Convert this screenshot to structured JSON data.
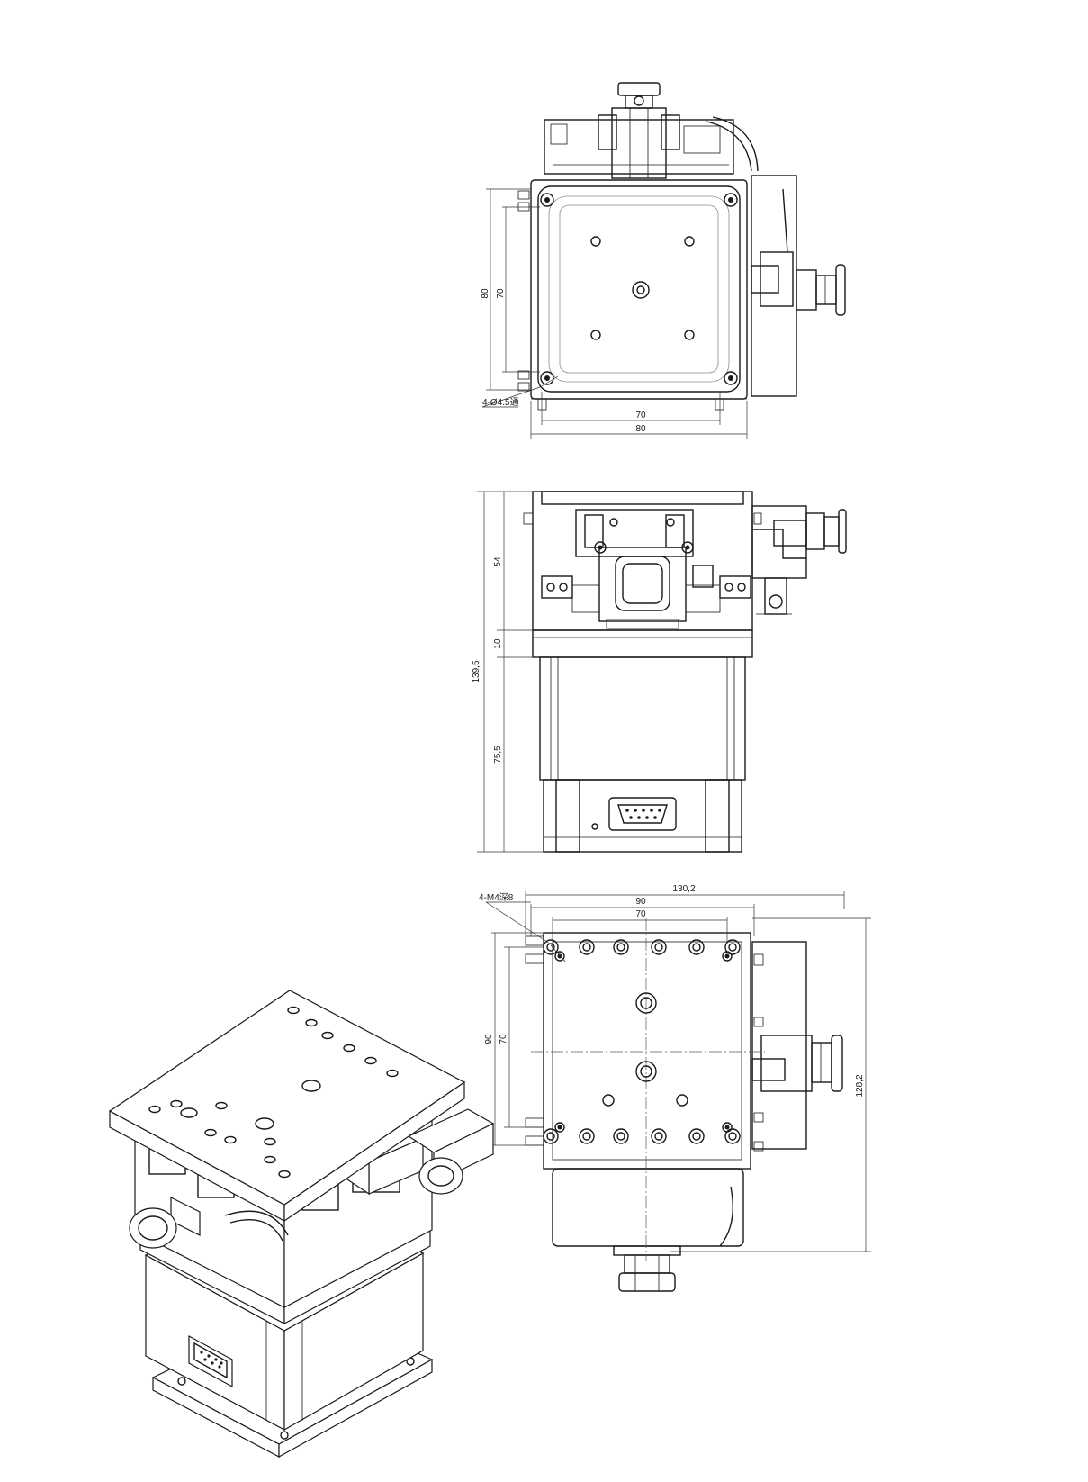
{
  "top_view": {
    "dim_80_vertical": "80",
    "dim_70_vertical": "70",
    "dim_70_horizontal": "70",
    "dim_80_horizontal": "80",
    "hole_callout": "4-Ø4.5通"
  },
  "front_view": {
    "dim_total_height": "139,5",
    "dim_upper": "54",
    "dim_mid": "10",
    "dim_lower": "75,5"
  },
  "bottom_view": {
    "dim_overall_width": "130,2",
    "dim_90_horizontal": "90",
    "dim_70_horizontal": "70",
    "thread_callout": "4-M4深8",
    "dim_90_vertical": "90",
    "dim_70_vertical": "70",
    "dim_overall_height": "128,2"
  }
}
